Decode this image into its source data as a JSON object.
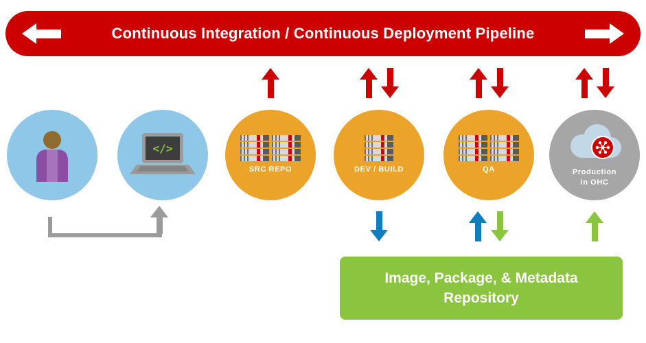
{
  "banner": {
    "title": "Continuous Integration / Continuous Deployment Pipeline",
    "color": "#cc0000",
    "left_arrow_icon": "arrow-left-icon",
    "right_arrow_icon": "arrow-right-icon"
  },
  "nodes": [
    {
      "id": "developer",
      "icon": "person-icon"
    },
    {
      "id": "workstation",
      "icon": "laptop-code-icon",
      "code_symbol": "</>"
    },
    {
      "id": "src-repo",
      "icon": "server-stack-icon",
      "label": "SRC REPO"
    },
    {
      "id": "dev-build",
      "icon": "server-icon",
      "label": "DEV / BUILD"
    },
    {
      "id": "qa",
      "icon": "server-stack-icon",
      "label": "QA"
    },
    {
      "id": "production",
      "icon": "cloud-openshift-icon",
      "label_line1": "Production",
      "label_line2": "in OHC"
    }
  ],
  "arrows": {
    "top": [
      {
        "at": "src-repo",
        "icons": [
          "red-up-arrow-icon"
        ]
      },
      {
        "at": "dev-build",
        "icons": [
          "red-up-arrow-icon",
          "red-down-arrow-icon"
        ]
      },
      {
        "at": "qa",
        "icons": [
          "red-up-arrow-icon",
          "red-down-arrow-icon"
        ]
      },
      {
        "at": "production",
        "icons": [
          "red-up-arrow-icon",
          "red-down-arrow-icon"
        ]
      }
    ],
    "bottom": [
      {
        "at": "dev-build",
        "icons": [
          "blue-down-arrow-icon"
        ]
      },
      {
        "at": "qa",
        "icons": [
          "blue-up-arrow-icon",
          "green-down-arrow-icon"
        ]
      },
      {
        "at": "production",
        "icons": [
          "green-up-arrow-icon"
        ]
      }
    ],
    "connector": {
      "from": "developer",
      "to": "workstation",
      "icon": "gray-up-arrow-icon"
    }
  },
  "repository_box": {
    "line1": "Image, Package, & Metadata",
    "line2": "Repository",
    "color": "#8bc53f"
  },
  "colors": {
    "banner_red": "#cc0000",
    "node_blue": "#8ec7e8",
    "node_amber": "#eca329",
    "node_gray": "#a6a6a6",
    "repo_green": "#8bc53f",
    "arrow_red": "#cc0000",
    "arrow_blue": "#0f7dbe",
    "arrow_green": "#8bc53f",
    "connector_gray": "#9b9b9b"
  }
}
